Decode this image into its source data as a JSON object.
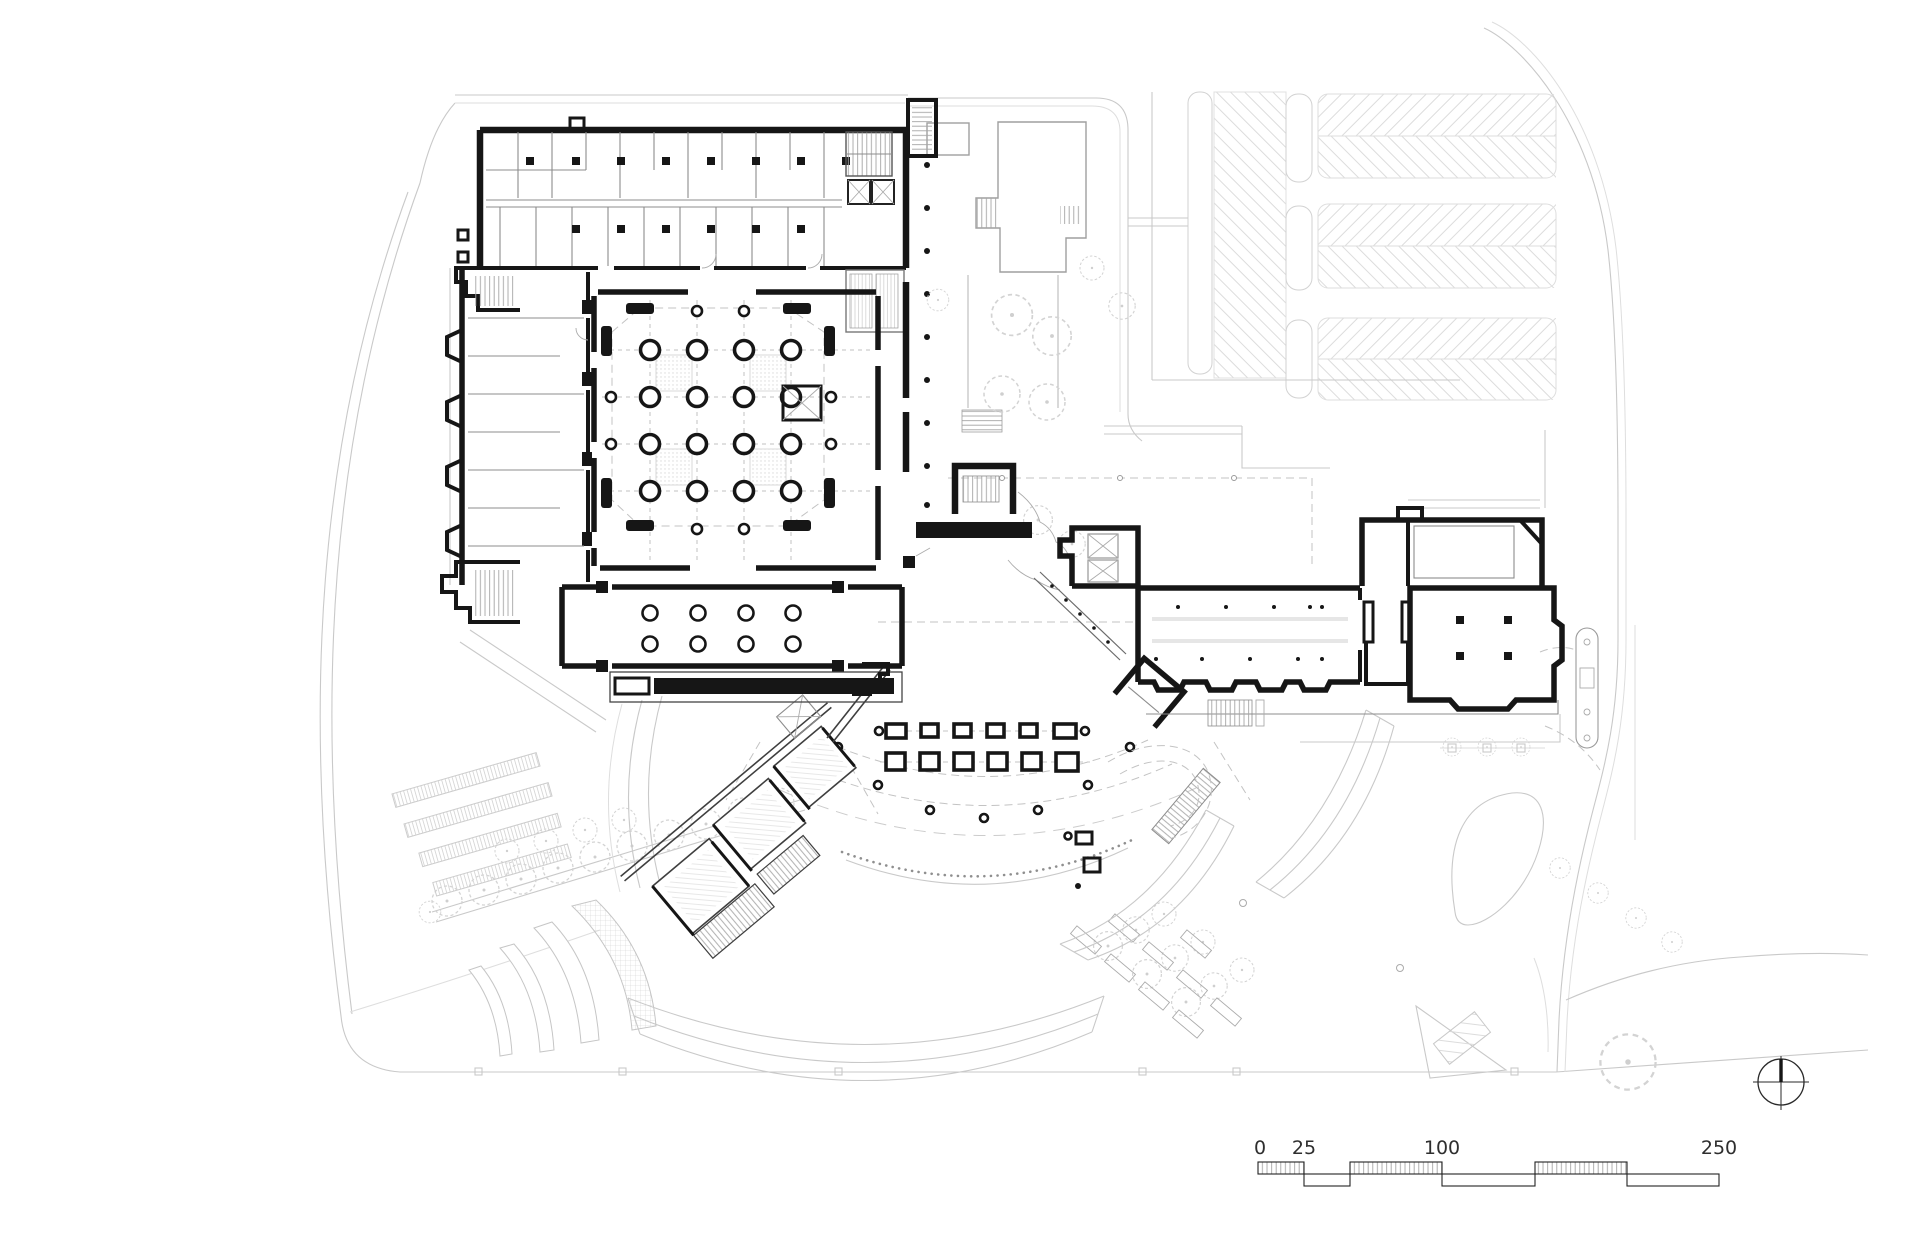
{
  "drawing": {
    "kind": "architectural-ground-floor-site-plan",
    "visible_text_note": "only scale bar numerals are rendered text"
  },
  "scale_bar": {
    "labels": [
      "0",
      "25",
      "100",
      "250"
    ]
  },
  "north_arrow": {
    "icon": "compass-circle-cross-icon",
    "bold_direction": "north"
  },
  "colors": {
    "walls": "#161616",
    "partitions": "#8c8c8c",
    "site_linework": "#c9c9c9",
    "fan_wing_walls": "#3f3f3f",
    "background": "#ffffff"
  }
}
